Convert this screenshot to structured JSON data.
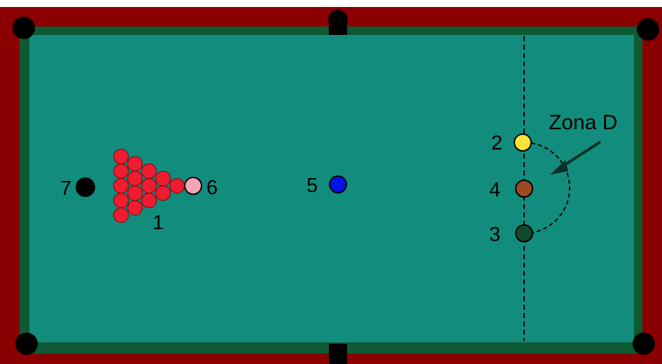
{
  "colors": {
    "rail": "#8a0000",
    "cushion": "#0e5a34",
    "felt": "#128d7d",
    "pocket": "#000000",
    "line": "#000000",
    "red_ball": "#ee1c31",
    "pink_ball": "#f4a5b5",
    "yellow_ball": "#f9e23a",
    "brown_ball": "#9b4a24",
    "green_ball": "#0f4a2a",
    "blue_ball": "#0014e6",
    "black_ball": "#000000"
  },
  "balls": [
    {
      "name": "yellow",
      "label": "2",
      "color": "#f9e23a"
    },
    {
      "name": "brown",
      "label": "4",
      "color": "#9b4a24"
    },
    {
      "name": "green",
      "label": "3",
      "color": "#0f4a2a"
    },
    {
      "name": "blue",
      "label": "5",
      "color": "#0014e6"
    },
    {
      "name": "pink",
      "label": "6",
      "color": "#f4a5b5"
    },
    {
      "name": "black",
      "label": "7",
      "color": "#000000"
    }
  ],
  "reds_label": "1",
  "zone_label": "Zona D",
  "icons": {
    "pocket": "pocket-icon",
    "arrow": "arrow-icon"
  }
}
